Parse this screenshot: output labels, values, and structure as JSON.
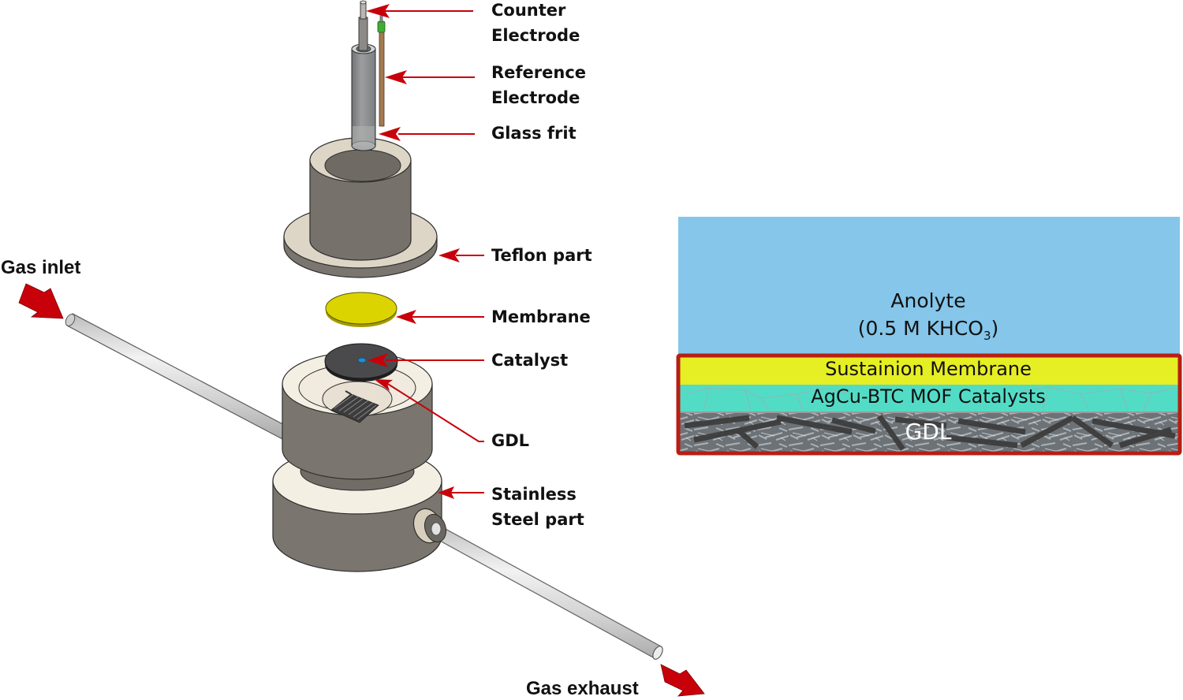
{
  "figure": {
    "type": "electrochemical flow cell exploded view with layer schematic",
    "left_panel": {
      "labels": {
        "counter_electrode": [
          "Counter",
          "Electrode"
        ],
        "reference_electrode": [
          "Reference",
          "Electrode"
        ],
        "glass_frit": "Glass frit",
        "teflon_part": "Teflon part",
        "membrane": "Membrane",
        "catalyst": "Catalyst",
        "gdl": "GDL",
        "stainless_steel_part": [
          "Stainless",
          "Steel part"
        ],
        "gas_inlet": "Gas inlet",
        "gas_exhaust": "Gas exhaust"
      }
    },
    "right_panel": {
      "layers": [
        {
          "name": "anolyte",
          "label": "Anolyte",
          "sublabel_prefix": "(0.5 M KHCO",
          "sublabel_sub": "3",
          "sublabel_suffix": ")",
          "color": "#85c6ea"
        },
        {
          "name": "membrane",
          "label": "Sustainion Membrane",
          "color": "#e6ee24"
        },
        {
          "name": "catalyst",
          "label": "AgCu-BTC MOF Catalysts",
          "color": "#52dcc6"
        },
        {
          "name": "gdl",
          "label": "GDL",
          "color": "#6b6f72"
        }
      ],
      "highlight_border_color": "#b81e14"
    },
    "colors": {
      "arrow_red": "#c8000a",
      "body_gray": "#76726b",
      "teflon_cream": "#ddd6c6",
      "steel_cream": "#f3eee3",
      "membrane_yellow": "#dcd400",
      "catalyst_disk": "#4a4a4c",
      "catalyst_spot": "#1e8fd0",
      "pipe": "#d8d8d8"
    }
  }
}
